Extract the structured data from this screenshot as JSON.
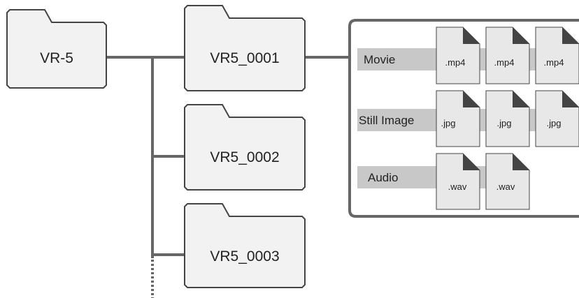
{
  "colors": {
    "line": "#666666",
    "folder_fill": "#f2f2f2",
    "folder_stroke": "#444444",
    "row_band": "#c8c8c8",
    "file_fill": "#e8e8e8",
    "file_corner": "#444444"
  },
  "root_folder": {
    "label": "VR-5"
  },
  "subfolders": [
    {
      "label": "VR5_0001"
    },
    {
      "label": "VR5_0002"
    },
    {
      "label": "VR5_0003"
    }
  ],
  "contents": {
    "rows": [
      {
        "label": "Movie",
        "files": [
          ".mp4",
          ".mp4",
          ".mp4"
        ]
      },
      {
        "label": "Still Image",
        "files": [
          ".jpg",
          ".jpg",
          ".jpg"
        ]
      },
      {
        "label": "Audio",
        "files": [
          ".wav",
          ".wav"
        ]
      }
    ]
  }
}
